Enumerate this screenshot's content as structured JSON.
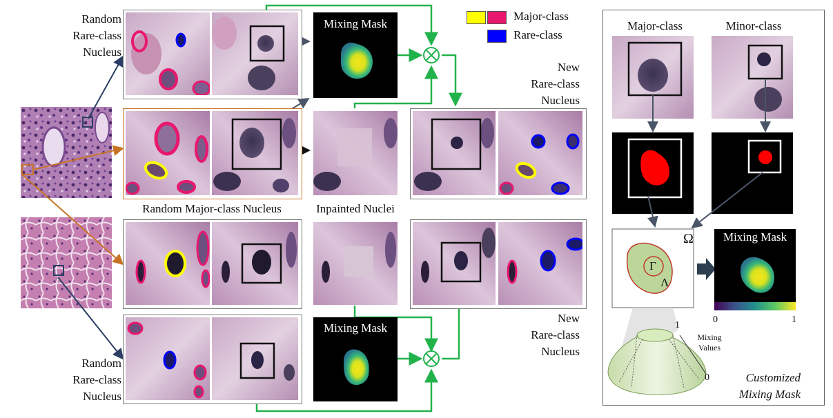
{
  "labels": {
    "random_rare_top": [
      "Random",
      "Rare-class",
      "Nucleus"
    ],
    "random_rare_bottom": [
      "Random",
      "Rare-class",
      "Nucleus"
    ],
    "new_rare_top": [
      "New",
      "Rare-class",
      "Nucleus"
    ],
    "new_rare_bottom": [
      "New",
      "Rare-class",
      "Nucleus"
    ],
    "random_major": "Random Major-class Nucleus",
    "inpainted": "Inpainted Nuclei",
    "mixing_mask_top": "Mixing Mask",
    "mixing_mask_bottom": "Mixing Mask"
  },
  "legend": {
    "major": "Major-class",
    "rare": "Rare-class",
    "colors": {
      "yellow": "#ffff00",
      "pink": "#e8186e",
      "blue": "#0000ff"
    }
  },
  "right_panel": {
    "major_title": "Major-class",
    "minor_title": "Minor-class",
    "omega": "Ω",
    "gamma": "Γ",
    "lambda": "Λ",
    "mixing_mask": "Mixing Mask",
    "cbar_min": "0",
    "cbar_max": "1",
    "one": "1",
    "zero": "0",
    "mixing_values": [
      "Mixing",
      "Values"
    ],
    "caption": [
      "Customized",
      "Mixing Mask"
    ]
  },
  "colors": {
    "arrow_green": "#22b24c",
    "arrow_navy": "#2c3e64",
    "arrow_orange": "#c87426",
    "red_mask": "#ff0000",
    "region_green": "#bcd69a"
  }
}
